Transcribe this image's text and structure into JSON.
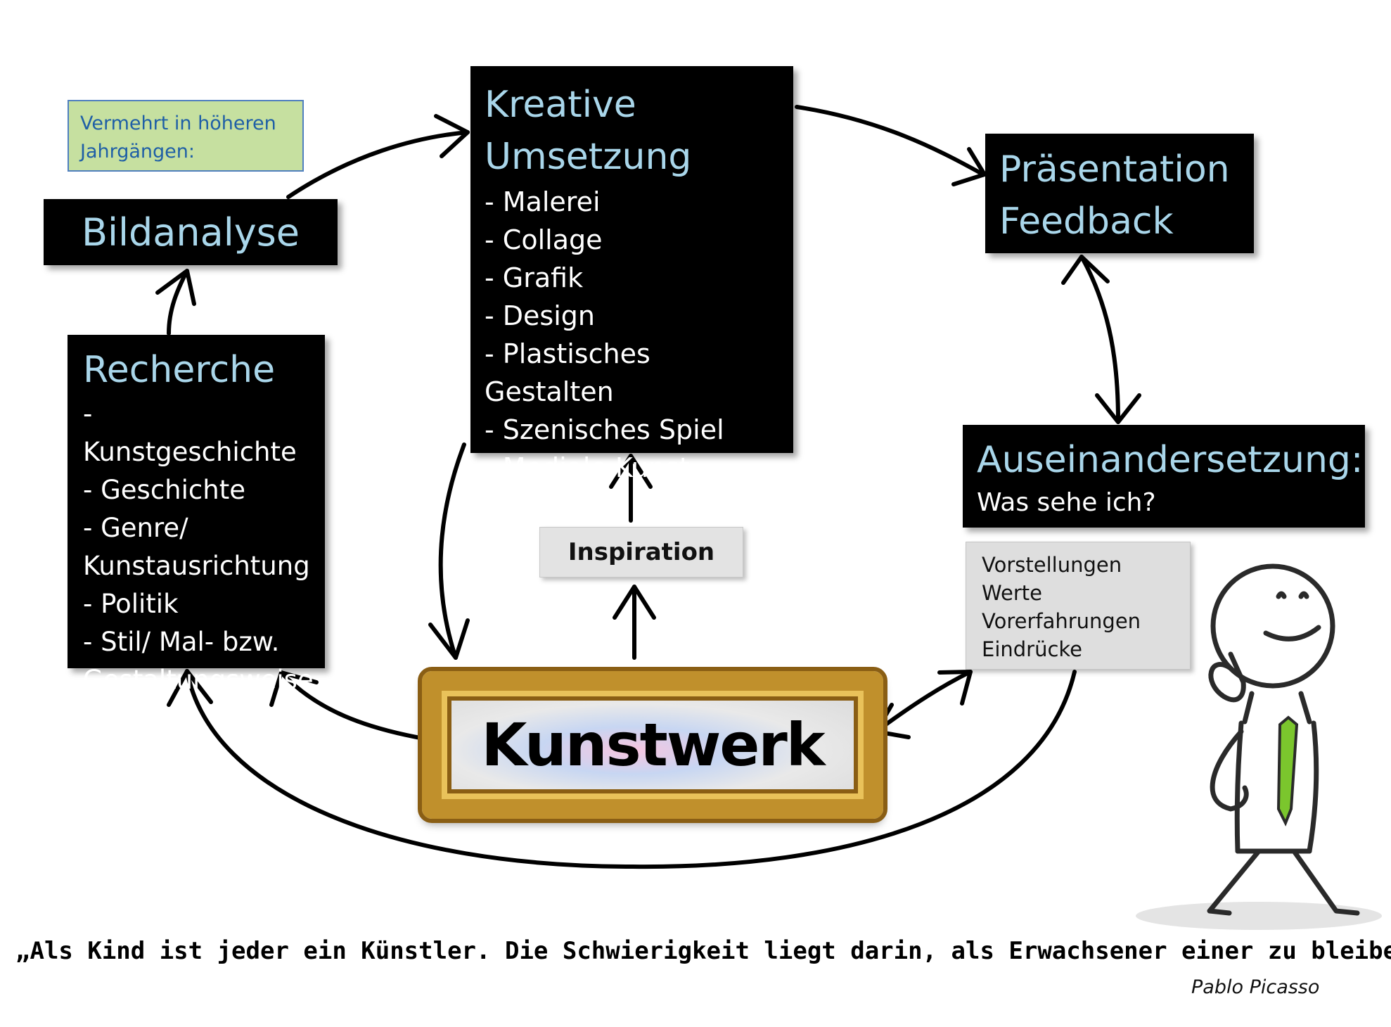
{
  "note": {
    "text1": "Vermehrt in höheren",
    "text2": "Jahrgängen:"
  },
  "bildanalyse": {
    "title": "Bildanalyse"
  },
  "kreative": {
    "title1": "Kreative",
    "title2": "Umsetzung",
    "items": [
      "- Malerei",
      "- Collage",
      "- Grafik",
      "- Design",
      "- Plastisches Gestalten",
      "- Szenisches Spiel",
      "- Mediale Kunst"
    ]
  },
  "recherche": {
    "title": "Recherche",
    "items": [
      "- Kunstgeschichte",
      "- Geschichte",
      "- Genre/",
      "Kunstausrichtung",
      "- Politik",
      "- Stil/ Mal- bzw.",
      "Gestaltungsweise"
    ]
  },
  "praesentation": {
    "line1": "Präsentation",
    "line2": "Feedback"
  },
  "auseinandersetzung": {
    "title": "Auseinandersetzung:",
    "subtitle": "Was sehe ich?"
  },
  "inspiration": {
    "label": "Inspiration"
  },
  "vorstellungen": {
    "items": [
      "Vorstellungen",
      "Werte",
      "Vorerfahrungen",
      "Eindrücke"
    ]
  },
  "kunstwerk": {
    "label": "Kunstwerk"
  },
  "quote": {
    "text": "„Als Kind ist jeder ein Künstler. Die Schwierigkeit liegt darin, als Erwachsener einer zu bleiben.“",
    "author": "Pablo Picasso"
  },
  "colors": {
    "box_bg": "#000000",
    "heading": "#a9d6ea",
    "note_bg": "#c6e0a0",
    "note_text": "#1f5fa6",
    "frame_gold": "#c0902c",
    "tie_green": "#7bc62d"
  }
}
